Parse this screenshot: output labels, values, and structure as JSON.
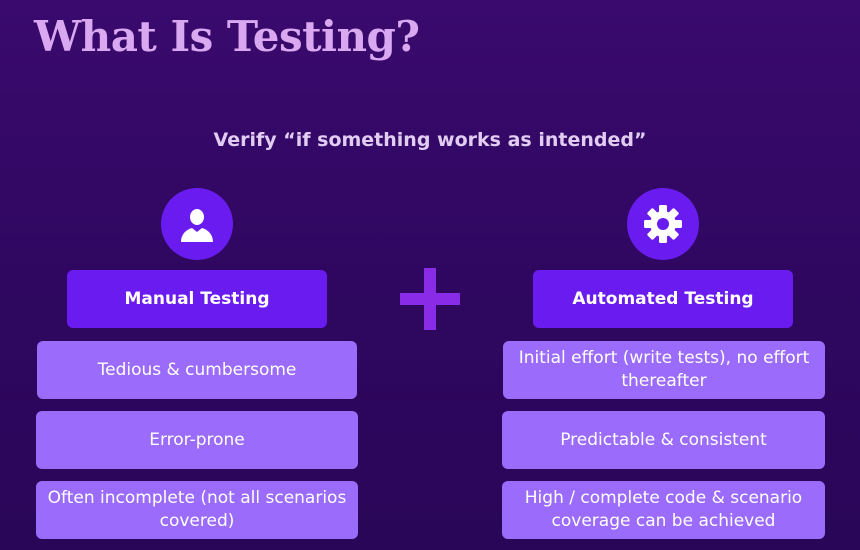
{
  "slide": {
    "title": "What Is Testing?",
    "subtitle": "Verify “if something works as intended”"
  },
  "manual": {
    "icon": "user-icon",
    "heading": "Manual Testing",
    "items": [
      "Tedious & cumbersome",
      "Error-prone",
      "Often incomplete (not all scenarios covered)"
    ]
  },
  "automated": {
    "icon": "gear-icon",
    "heading": "Automated Testing",
    "items": [
      "Initial effort (write tests), no effort thereafter",
      "Predictable & consistent",
      "High / complete code & scenario coverage can be achieved"
    ]
  },
  "colors": {
    "background": "#2f0760",
    "title": "#d9a8f0",
    "accent": "#6a1cf0",
    "item": "#9b6cfb",
    "plus": "#8a2be8"
  }
}
